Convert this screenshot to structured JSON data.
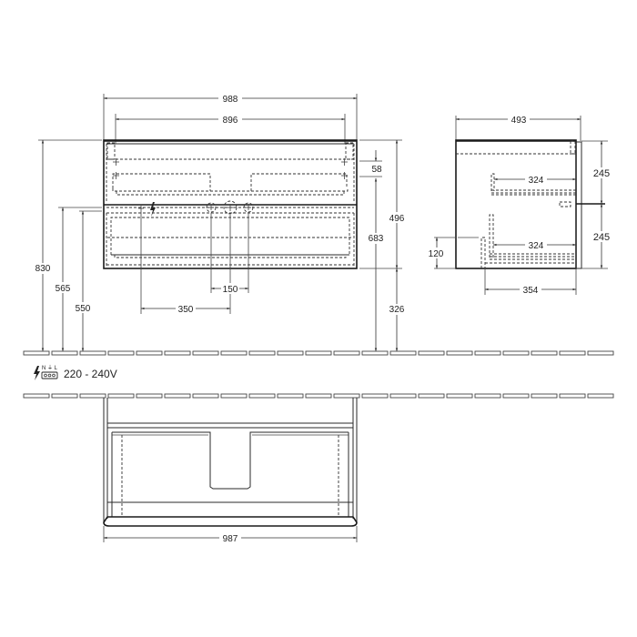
{
  "drawing": {
    "front_view": {
      "overall_width": "988",
      "top_width": "896",
      "height_total_830": "830",
      "height_565": "565",
      "height_550": "550",
      "offset_58": "58",
      "height_683": "683",
      "height_496": "496",
      "floor_326": "326",
      "pipe_spacing_150": "150",
      "electric_offset_350": "350"
    },
    "side_view": {
      "depth": "493",
      "drawer_top_depth": "324",
      "drawer_bottom_depth": "324",
      "inner_depth": "354",
      "drawer_height_top": "245",
      "drawer_height_bottom": "245",
      "plinth_height": "120"
    },
    "top_view": {
      "width": "987"
    },
    "electrical": {
      "label": "220 - 240V",
      "terminal_labels": "N ⏚ L",
      "icon": "lightning-bolt-icon"
    }
  }
}
